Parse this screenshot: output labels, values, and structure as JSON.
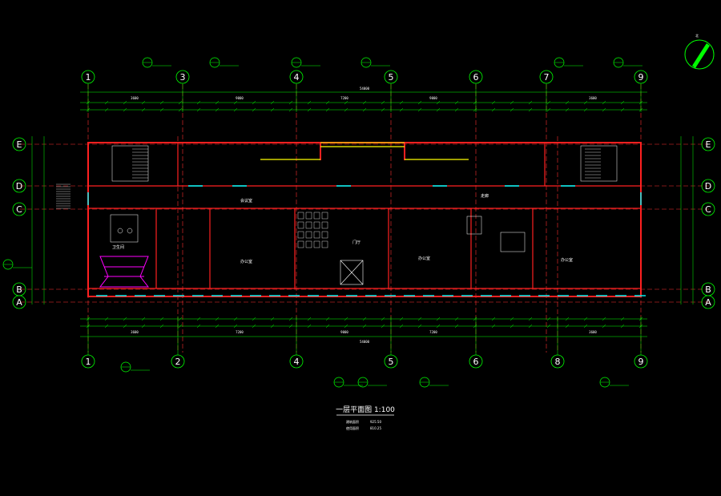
{
  "drawing": {
    "title": "一层平面图 1:100",
    "north_symbol": "北",
    "colors": {
      "background": "#000000",
      "wall": "#ff2020",
      "axis_line": "#ff3030",
      "dimension": "#00ff00",
      "door_window": "#00ffff",
      "stair": "#ffffff",
      "highlight": "#ffff00",
      "fixture": "#ff00ff",
      "text": "#ffffff"
    },
    "axes_top": [
      "1",
      "3",
      "4",
      "5",
      "6",
      "7",
      "9"
    ],
    "axes_bottom": [
      "1",
      "2",
      "4",
      "5",
      "6",
      "8",
      "9"
    ],
    "axes_rows_left": [
      "E",
      "D",
      "C",
      "B",
      "A"
    ],
    "axes_rows_right": [
      "E",
      "D",
      "C",
      "B",
      "A"
    ],
    "overall_dims": {
      "top_total": "54000",
      "bottom_total": "54000",
      "top_segments": [
        "3600",
        "9000",
        "7200",
        "9000",
        "3600"
      ],
      "bottom_segments": [
        "3600",
        "7200",
        "9000",
        "7200",
        "3600"
      ]
    },
    "rooms": [
      {
        "name": "办公室"
      },
      {
        "name": "会议室"
      },
      {
        "name": "门厅"
      },
      {
        "name": "办公室"
      },
      {
        "name": "办公室"
      },
      {
        "name": "卫生间"
      },
      {
        "name": "走廊"
      }
    ],
    "legend": [
      {
        "label": "建筑面积",
        "value": "925.50"
      },
      {
        "label": "使用面积",
        "value": "810.25"
      }
    ]
  }
}
